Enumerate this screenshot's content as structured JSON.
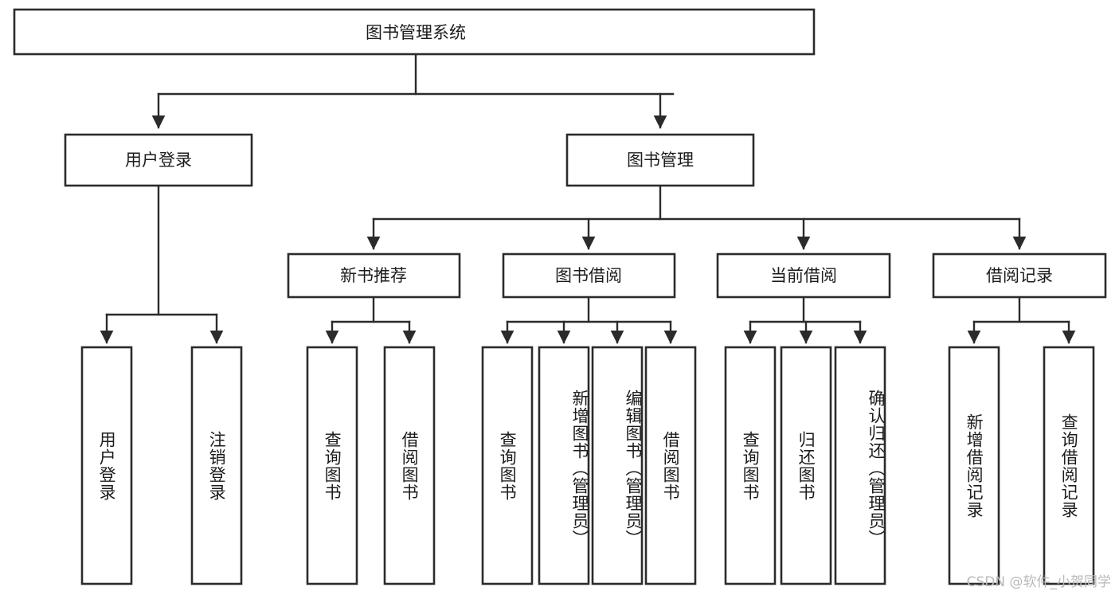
{
  "diagram": {
    "title": "图书管理系统",
    "type": "tree-hierarchy",
    "root": {
      "label": "图书管理系统"
    },
    "level2": [
      {
        "label": "用户登录"
      },
      {
        "label": "图书管理"
      }
    ],
    "level3": [
      {
        "label": "新书推荐"
      },
      {
        "label": "图书借阅"
      },
      {
        "label": "当前借阅"
      },
      {
        "label": "借阅记录"
      }
    ],
    "leaves_user_login": [
      {
        "label": "用户登录"
      },
      {
        "label": "注销登录"
      }
    ],
    "leaves_new_book": [
      {
        "label": "查询图书"
      },
      {
        "label": "借阅图书"
      }
    ],
    "leaves_borrow": [
      {
        "label": "查询图书"
      },
      {
        "label": "新增图书（管理员）"
      },
      {
        "label": "编辑图书（管理员）"
      },
      {
        "label": "借阅图书"
      }
    ],
    "leaves_current": [
      {
        "label": "查询图书"
      },
      {
        "label": "归还图书"
      },
      {
        "label": "确认归还（管理员）"
      }
    ],
    "leaves_record": [
      {
        "label": "新增借阅记录"
      },
      {
        "label": "查询借阅记录"
      }
    ]
  },
  "watermark": {
    "text": "CSDN @软件_小贺同学"
  },
  "colors": {
    "stroke": "#2b2b2b",
    "fill": "#ffffff",
    "text": "#1c1c1c",
    "watermark": "#b9b9b9"
  }
}
